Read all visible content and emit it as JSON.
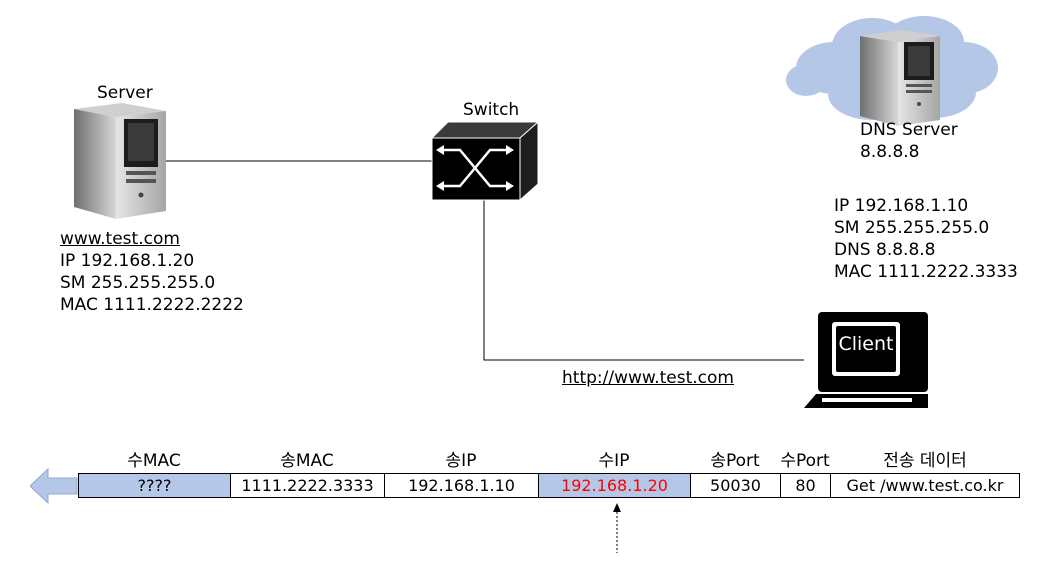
{
  "server": {
    "title": "Server",
    "hostname": "www.test.com",
    "ip": "IP 192.168.1.20",
    "sm": "SM 255.255.255.0",
    "mac": "MAC 1111.2222.2222"
  },
  "switch": {
    "title": "Switch"
  },
  "dns_server": {
    "title": "DNS Server",
    "ip": "8.8.8.8"
  },
  "client": {
    "screen_text": "Client",
    "ip": "IP 192.168.1.10",
    "sm": "SM 255.255.255.0",
    "dns": "DNS 8.8.8.8",
    "mac": "MAC 1111.2222.3333",
    "url": "http://www.test.com"
  },
  "packet": {
    "headers": [
      "수MAC",
      "송MAC",
      "송IP",
      "수IP",
      "송Port",
      "수Port",
      "전송 데이터"
    ],
    "values": [
      "????",
      "1111.2222.3333",
      "192.168.1.10",
      "192.168.1.20",
      "50030",
      "80",
      "Get /www.test.co.kr"
    ]
  },
  "colors": {
    "highlight_fill": "#b4c7e7",
    "highlight_text": "#ff0000",
    "cloud": "#b4c7e7",
    "arrow": "#b4c7e7"
  },
  "icons": [
    "server-tower-icon",
    "network-switch-icon",
    "cloud-icon",
    "client-monitor-icon",
    "left-arrow-icon"
  ]
}
